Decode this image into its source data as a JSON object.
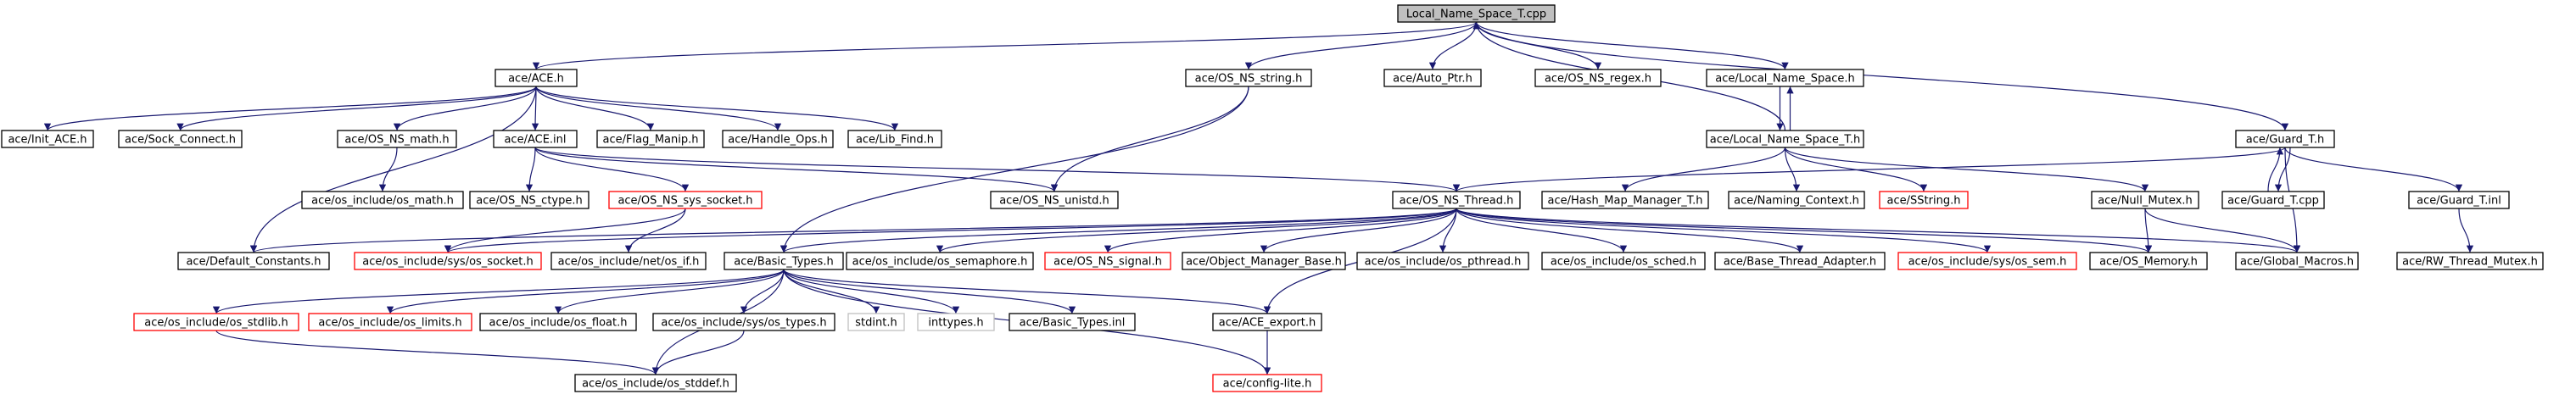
{
  "diagram": {
    "colors": {
      "edge": "#191970",
      "node_border": "#000000",
      "missing_border": "#ff0000",
      "external_border": "#bfbfbf",
      "root_fill": "#bfbfbf",
      "node_fill": "#ffffff"
    },
    "nodes": [
      {
        "id": "root",
        "label": "Local_Name_Space_T.cpp",
        "kind": "root"
      },
      {
        "id": "ace_h",
        "label": "ace/ACE.h",
        "kind": "normal"
      },
      {
        "id": "os_ns_string",
        "label": "ace/OS_NS_string.h",
        "kind": "normal"
      },
      {
        "id": "auto_ptr",
        "label": "ace/Auto_Ptr.h",
        "kind": "normal"
      },
      {
        "id": "os_ns_regex",
        "label": "ace/OS_NS_regex.h",
        "kind": "normal"
      },
      {
        "id": "local_ns_h",
        "label": "ace/Local_Name_Space.h",
        "kind": "normal"
      },
      {
        "id": "guard_t_h",
        "label": "ace/Guard_T.h",
        "kind": "normal"
      },
      {
        "id": "init_ace",
        "label": "ace/Init_ACE.h",
        "kind": "normal"
      },
      {
        "id": "sock_connect",
        "label": "ace/Sock_Connect.h",
        "kind": "normal"
      },
      {
        "id": "os_ns_math",
        "label": "ace/OS_NS_math.h",
        "kind": "normal"
      },
      {
        "id": "ace_inl",
        "label": "ace/ACE.inl",
        "kind": "normal"
      },
      {
        "id": "flag_manip",
        "label": "ace/Flag_Manip.h",
        "kind": "normal"
      },
      {
        "id": "handle_ops",
        "label": "ace/Handle_Ops.h",
        "kind": "normal"
      },
      {
        "id": "lib_find",
        "label": "ace/Lib_Find.h",
        "kind": "normal"
      },
      {
        "id": "local_ns_t_h",
        "label": "ace/Local_Name_Space_T.h",
        "kind": "normal"
      },
      {
        "id": "os_math",
        "label": "ace/os_include/os_math.h",
        "kind": "normal"
      },
      {
        "id": "os_ns_ctype",
        "label": "ace/OS_NS_ctype.h",
        "kind": "normal"
      },
      {
        "id": "os_ns_sys_socket",
        "label": "ace/OS_NS_sys_socket.h",
        "kind": "missing"
      },
      {
        "id": "os_ns_unistd",
        "label": "ace/OS_NS_unistd.h",
        "kind": "normal"
      },
      {
        "id": "os_ns_thread",
        "label": "ace/OS_NS_Thread.h",
        "kind": "normal"
      },
      {
        "id": "hash_map_mgr",
        "label": "ace/Hash_Map_Manager_T.h",
        "kind": "normal"
      },
      {
        "id": "naming_context",
        "label": "ace/Naming_Context.h",
        "kind": "normal"
      },
      {
        "id": "sstring",
        "label": "ace/SString.h",
        "kind": "missing"
      },
      {
        "id": "null_mutex",
        "label": "ace/Null_Mutex.h",
        "kind": "normal"
      },
      {
        "id": "guard_t_cpp",
        "label": "ace/Guard_T.cpp",
        "kind": "normal"
      },
      {
        "id": "guard_t_inl",
        "label": "ace/Guard_T.inl",
        "kind": "normal"
      },
      {
        "id": "default_constants",
        "label": "ace/Default_Constants.h",
        "kind": "normal"
      },
      {
        "id": "os_socket",
        "label": "ace/os_include/sys/os_socket.h",
        "kind": "missing"
      },
      {
        "id": "os_if",
        "label": "ace/os_include/net/os_if.h",
        "kind": "normal"
      },
      {
        "id": "basic_types",
        "label": "ace/Basic_Types.h",
        "kind": "normal"
      },
      {
        "id": "os_semaphore",
        "label": "ace/os_include/os_semaphore.h",
        "kind": "normal"
      },
      {
        "id": "os_ns_signal",
        "label": "ace/OS_NS_signal.h",
        "kind": "missing"
      },
      {
        "id": "object_mgr_base",
        "label": "ace/Object_Manager_Base.h",
        "kind": "normal"
      },
      {
        "id": "os_pthread",
        "label": "ace/os_include/os_pthread.h",
        "kind": "normal"
      },
      {
        "id": "os_sched",
        "label": "ace/os_include/os_sched.h",
        "kind": "normal"
      },
      {
        "id": "base_thread_adapter",
        "label": "ace/Base_Thread_Adapter.h",
        "kind": "normal"
      },
      {
        "id": "os_sem",
        "label": "ace/os_include/sys/os_sem.h",
        "kind": "missing"
      },
      {
        "id": "os_memory",
        "label": "ace/OS_Memory.h",
        "kind": "normal"
      },
      {
        "id": "global_macros",
        "label": "ace/Global_Macros.h",
        "kind": "normal"
      },
      {
        "id": "rw_thread_mutex",
        "label": "ace/RW_Thread_Mutex.h",
        "kind": "normal"
      },
      {
        "id": "os_stdlib",
        "label": "ace/os_include/os_stdlib.h",
        "kind": "missing"
      },
      {
        "id": "os_limits",
        "label": "ace/os_include/os_limits.h",
        "kind": "missing"
      },
      {
        "id": "os_float",
        "label": "ace/os_include/os_float.h",
        "kind": "normal"
      },
      {
        "id": "os_types",
        "label": "ace/os_include/sys/os_types.h",
        "kind": "normal"
      },
      {
        "id": "stdint",
        "label": "stdint.h",
        "kind": "external"
      },
      {
        "id": "inttypes",
        "label": "inttypes.h",
        "kind": "external"
      },
      {
        "id": "basic_types_inl",
        "label": "ace/Basic_Types.inl",
        "kind": "normal"
      },
      {
        "id": "ace_export",
        "label": "ace/ACE_export.h",
        "kind": "normal"
      },
      {
        "id": "os_stddef",
        "label": "ace/os_include/os_stddef.h",
        "kind": "normal"
      },
      {
        "id": "config_lite",
        "label": "ace/config-lite.h",
        "kind": "missing"
      }
    ],
    "edges": [
      [
        "root",
        "ace_h"
      ],
      [
        "root",
        "os_ns_string"
      ],
      [
        "root",
        "auto_ptr"
      ],
      [
        "root",
        "os_ns_regex"
      ],
      [
        "root",
        "local_ns_h"
      ],
      [
        "root",
        "guard_t_h"
      ],
      [
        "ace_h",
        "init_ace"
      ],
      [
        "ace_h",
        "sock_connect"
      ],
      [
        "ace_h",
        "os_ns_math"
      ],
      [
        "ace_h",
        "ace_inl"
      ],
      [
        "ace_h",
        "flag_manip"
      ],
      [
        "ace_h",
        "handle_ops"
      ],
      [
        "ace_h",
        "lib_find"
      ],
      [
        "ace_h",
        "default_constants"
      ],
      [
        "os_ns_math",
        "os_math"
      ],
      [
        "ace_inl",
        "os_ns_ctype"
      ],
      [
        "ace_inl",
        "os_ns_sys_socket"
      ],
      [
        "ace_inl",
        "os_ns_unistd"
      ],
      [
        "ace_inl",
        "os_ns_thread"
      ],
      [
        "os_ns_sys_socket",
        "os_socket"
      ],
      [
        "os_ns_sys_socket",
        "os_if"
      ],
      [
        "os_ns_string",
        "basic_types"
      ],
      [
        "os_ns_string",
        "os_ns_unistd"
      ],
      [
        "local_ns_h",
        "local_ns_t_h"
      ],
      [
        "local_ns_t_h",
        "local_ns_h"
      ],
      [
        "local_ns_t_h",
        "root"
      ],
      [
        "local_ns_t_h",
        "hash_map_mgr"
      ],
      [
        "local_ns_t_h",
        "naming_context"
      ],
      [
        "local_ns_t_h",
        "sstring"
      ],
      [
        "local_ns_t_h",
        "null_mutex"
      ],
      [
        "guard_t_h",
        "os_ns_thread"
      ],
      [
        "guard_t_h",
        "guard_t_cpp"
      ],
      [
        "guard_t_cpp",
        "guard_t_h"
      ],
      [
        "guard_t_h",
        "guard_t_inl"
      ],
      [
        "guard_t_h",
        "global_macros"
      ],
      [
        "guard_t_inl",
        "rw_thread_mutex"
      ],
      [
        "null_mutex",
        "os_memory"
      ],
      [
        "null_mutex",
        "global_macros"
      ],
      [
        "os_ns_thread",
        "default_constants"
      ],
      [
        "os_ns_thread",
        "os_socket"
      ],
      [
        "os_ns_thread",
        "basic_types"
      ],
      [
        "os_ns_thread",
        "os_semaphore"
      ],
      [
        "os_ns_thread",
        "os_ns_signal"
      ],
      [
        "os_ns_thread",
        "object_mgr_base"
      ],
      [
        "os_ns_thread",
        "os_pthread"
      ],
      [
        "os_ns_thread",
        "os_sched"
      ],
      [
        "os_ns_thread",
        "base_thread_adapter"
      ],
      [
        "os_ns_thread",
        "os_sem"
      ],
      [
        "os_ns_thread",
        "os_memory"
      ],
      [
        "os_ns_thread",
        "global_macros"
      ],
      [
        "os_ns_thread",
        "ace_export"
      ],
      [
        "basic_types",
        "os_stdlib"
      ],
      [
        "basic_types",
        "os_limits"
      ],
      [
        "basic_types",
        "os_float"
      ],
      [
        "basic_types",
        "os_types"
      ],
      [
        "basic_types",
        "stdint"
      ],
      [
        "basic_types",
        "inttypes"
      ],
      [
        "basic_types",
        "basic_types_inl"
      ],
      [
        "basic_types",
        "ace_export"
      ],
      [
        "basic_types",
        "os_stddef"
      ],
      [
        "basic_types",
        "config_lite"
      ],
      [
        "os_types",
        "os_stddef"
      ],
      [
        "os_stdlib",
        "os_stddef"
      ],
      [
        "ace_export",
        "config_lite"
      ]
    ]
  }
}
